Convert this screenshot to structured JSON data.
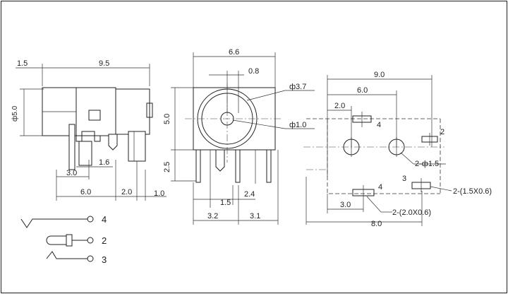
{
  "side_view": {
    "dim_top_left": "1.5",
    "dim_top_right": "9.5",
    "dim_height": "ф5.0",
    "dim_pin_offset": "1.6",
    "dim_bottom_a": "3.0",
    "dim_bottom_b": "6.0",
    "dim_bottom_c": "2.0",
    "dim_bottom_d": "1.0"
  },
  "front_view": {
    "dim_width": "6.6",
    "dim_offset": "0.8",
    "dim_outer_dia": "ф3.7",
    "dim_inner_dia": "ф1.0",
    "dim_height": "5.0",
    "dim_pin_len": "2.5",
    "dim_pin_a": "1.5",
    "dim_pin_b": "2.4",
    "dim_base_a": "3.2",
    "dim_base_b": "3.1"
  },
  "pcb_view": {
    "dim_total": "9.0",
    "dim_mid": "6.0",
    "dim_small": "2.0",
    "dim_hole_note": "2-ф1.5",
    "dim_slot_note_a": "2-(1.5X0.6)",
    "dim_bottom_a": "3.0",
    "dim_bottom_total": "8.0",
    "dim_slot_note_b": "2-(2.0X0.6)",
    "pad_label_4a": "4",
    "pad_label_2": "2",
    "pad_label_3": "3",
    "pad_label_4b": "4"
  },
  "schematic": {
    "pin_4": "4",
    "pin_2": "2",
    "pin_3": "3"
  }
}
